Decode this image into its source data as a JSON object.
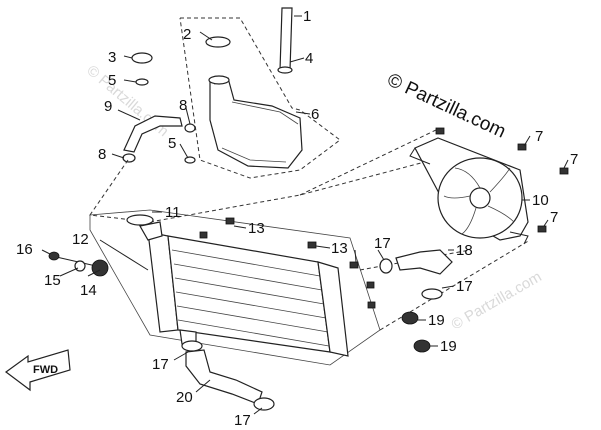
{
  "watermark": {
    "main": "© Partzilla.com",
    "faint_1": "© Partzilla.com",
    "faint_2": "© Partzilla.com"
  },
  "fwd_arrow": {
    "label": "FWD"
  },
  "callouts": {
    "c1": "1",
    "c2": "2",
    "c3": "3",
    "c4": "4",
    "c5a": "5",
    "c5b": "5",
    "c6": "6",
    "c7a": "7",
    "c7b": "7",
    "c7c": "7",
    "c8a": "8",
    "c8b": "8",
    "c9": "9",
    "c10": "10",
    "c11": "11",
    "c12": "12",
    "c13a": "13",
    "c13b": "13",
    "c14": "14",
    "c15": "15",
    "c16": "16",
    "c17a": "17",
    "c17b": "17",
    "c17c": "17",
    "c17d": "17",
    "c18": "18",
    "c19a": "19",
    "c19b": "19",
    "c20": "20"
  }
}
